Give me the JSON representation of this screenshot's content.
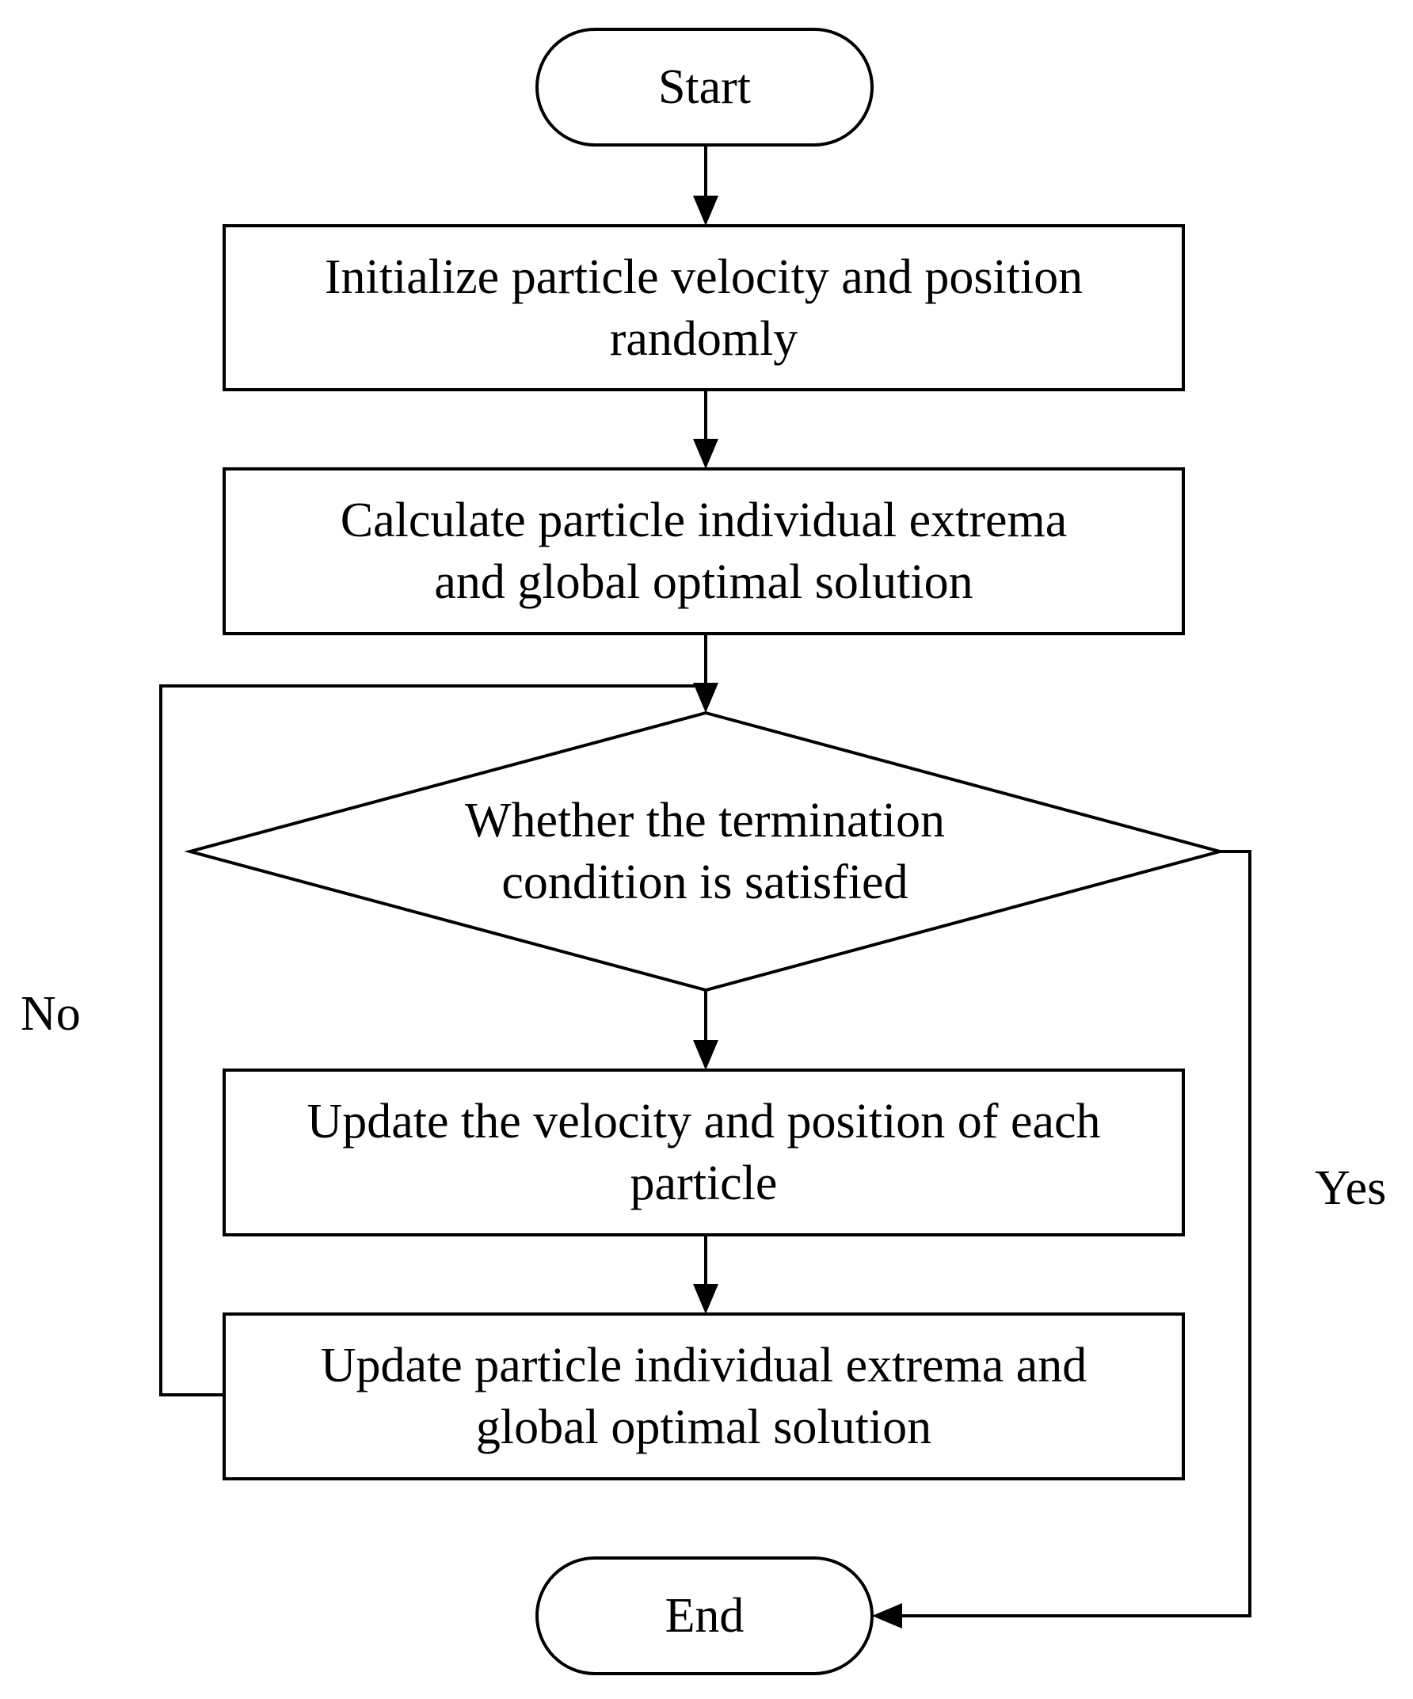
{
  "nodes": {
    "start": "Start",
    "init": "Initialize particle velocity and position\nrandomly",
    "calc": "Calculate particle individual extrema\nand global optimal solution",
    "decision": "Whether the termination\ncondition is satisfied",
    "update_vel": "Update the velocity and position of each\nparticle",
    "update_ext": "Update particle individual extrema and\nglobal optimal solution",
    "end": "End"
  },
  "edges": {
    "no": "No",
    "yes": "Yes"
  }
}
